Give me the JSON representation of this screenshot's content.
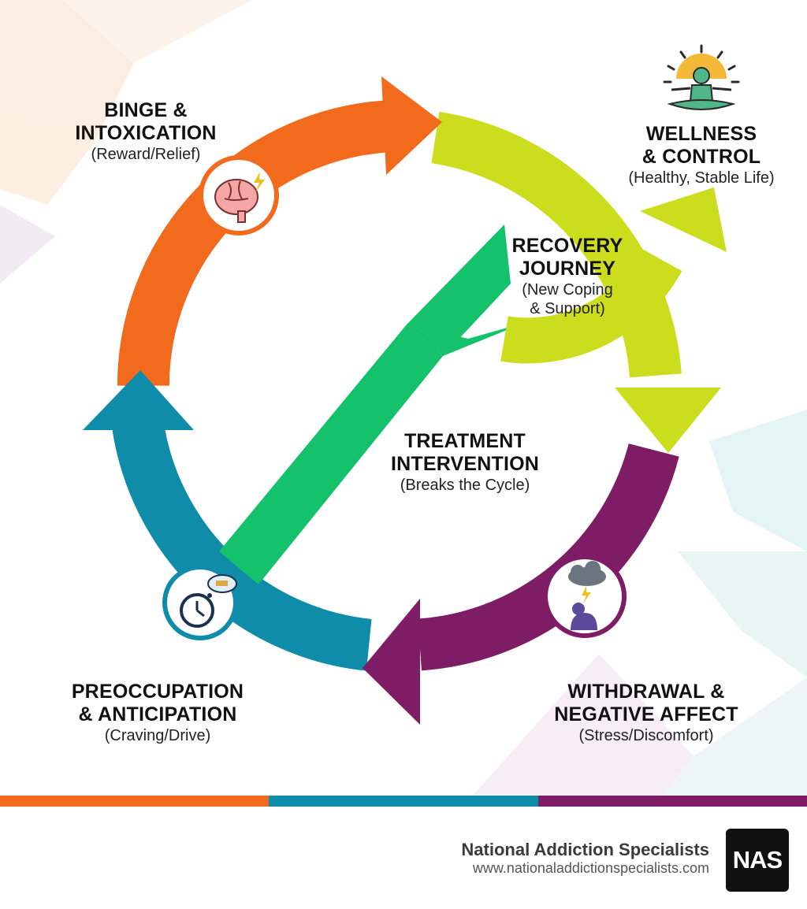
{
  "colors": {
    "binge": "#F26B1D",
    "recovery_yellow": "#CCDD1E",
    "withdrawal": "#7E1D66",
    "preoccupation": "#0E8CAA",
    "treatment": "#13C26B"
  },
  "icons": {
    "binge": "brain-icon",
    "wellness": "meditation-sun-icon",
    "withdrawal": "storm-cloud-person-icon",
    "preoccupation": "clock-thought-icon"
  },
  "stages": {
    "binge": {
      "title_line1": "BINGE &",
      "title_line2": "INTOXICATION",
      "subtitle": "(Reward/Relief)"
    },
    "wellness": {
      "title_line1": "WELLNESS",
      "title_line2": "& CONTROL",
      "subtitle": "(Healthy, Stable Life)"
    },
    "recovery": {
      "title_line1": "RECOVERY",
      "title_line2": "JOURNEY",
      "subtitle_line1": "(New Coping",
      "subtitle_line2": "& Support)"
    },
    "treatment": {
      "title_line1": "TREATMENT",
      "title_line2": "INTERVENTION",
      "subtitle": "(Breaks the Cycle)"
    },
    "withdrawal": {
      "title_line1": "WITHDRAWAL &",
      "title_line2": "NEGATIVE AFFECT",
      "subtitle": "(Stress/Discomfort)"
    },
    "preoccupation": {
      "title_line1": "PREOCCUPATION",
      "title_line2": "& ANTICIPATION",
      "subtitle": "(Craving/Drive)"
    }
  },
  "footer": {
    "stripe_colors": [
      "#F26B1D",
      "#0E8CAA",
      "#7E1D66"
    ],
    "brand_name": "National Addiction Specialists",
    "brand_url": "www.nationaladdictionspecialists.com",
    "logo_text": "NAS"
  }
}
